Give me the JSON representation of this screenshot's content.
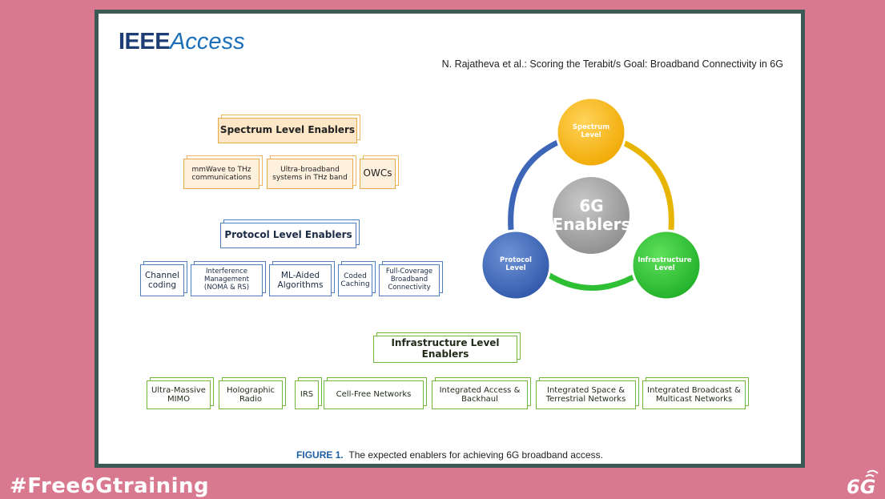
{
  "slide": {
    "hashtag": "#Free6Gtraining",
    "logo_text": "6G",
    "background_color": "#d8798f",
    "frame_color": "#3c5a55"
  },
  "paper": {
    "journal_part1": "IEEE",
    "journal_part2": "Access",
    "header": "N. Rajatheva et al.: Scoring the Terabit/s Goal: Broadband Connectivity in 6G",
    "caption_label": "FIGURE 1.",
    "caption_text": "The expected enablers for achieving 6G broadband access."
  },
  "diagram": {
    "spectrum": {
      "title": "Spectrum Level Enablers",
      "items": [
        "mmWave to THz communications",
        "Ultra-broadband systems in THz band",
        "OWCs"
      ],
      "color": "#f0b45a"
    },
    "protocol": {
      "title": "Protocol Level Enablers",
      "items": [
        "Channel coding",
        "Interference Management (NOMA & RS)",
        "ML-Aided Algorithms",
        "Coded Caching",
        "Full-Coverage Broadband Connectivity"
      ],
      "color": "#4f7fc0"
    },
    "infrastructure": {
      "title": "Infrastructure Level Enablers",
      "items": [
        "Ultra-Massive MIMO",
        "Holographic Radio",
        "IRS",
        "Cell-Free Networks",
        "Integrated Access & Backhaul",
        "Integrated Space & Terrestrial Networks",
        "Integrated Broadcast & Multicast Networks"
      ],
      "color": "#6fb63a"
    },
    "cycle": {
      "center": "6G Enablers",
      "spectrum": "Spectrum Level",
      "protocol": "Protocol Level",
      "infrastructure": "Infrastructure Level"
    }
  }
}
